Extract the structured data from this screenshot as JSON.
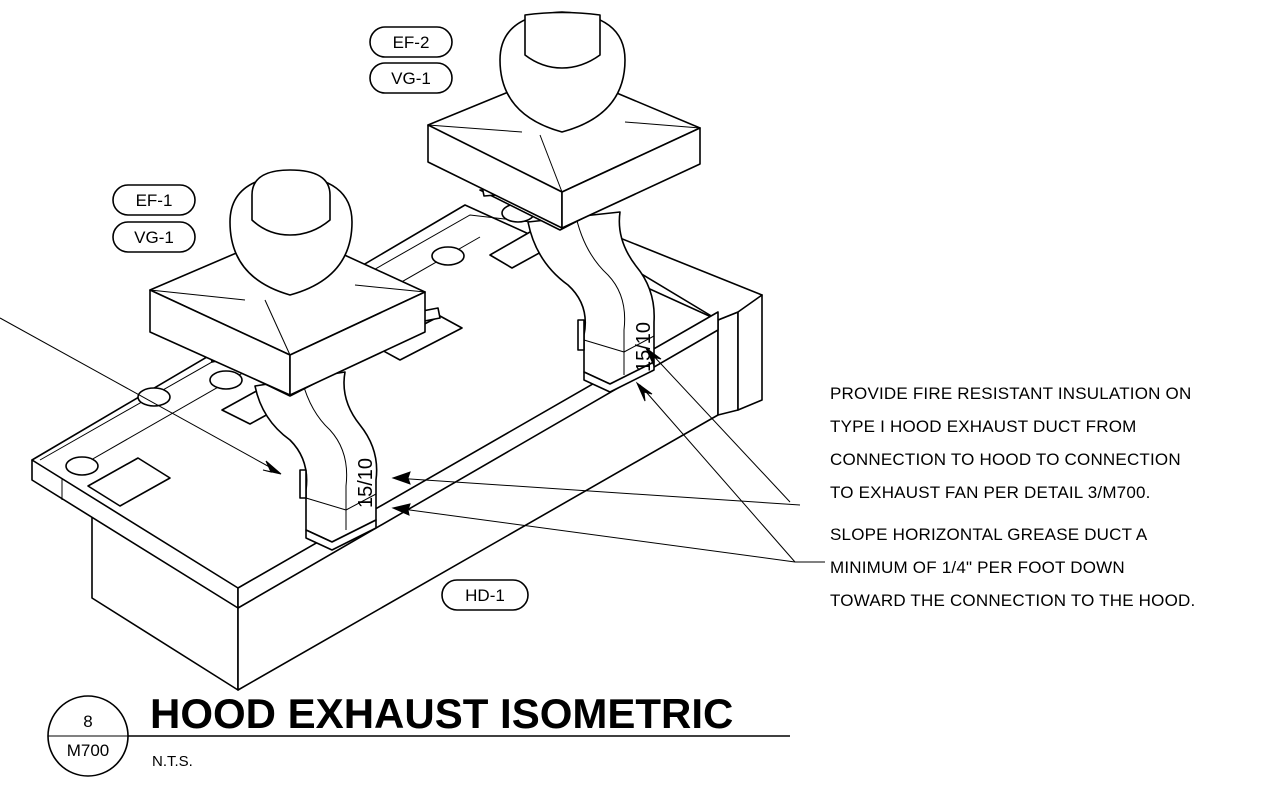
{
  "tags": {
    "ef2": "EF-2",
    "vg1_top": "VG-1",
    "ef1": "EF-1",
    "vg1_left": "VG-1",
    "hd1": "HD-1"
  },
  "dimensions": {
    "duct_right": "15/10",
    "duct_left": "15/10"
  },
  "notes": {
    "insulation": [
      "PROVIDE FIRE RESISTANT INSULATION ON",
      "TYPE I HOOD EXHAUST DUCT FROM",
      "CONNECTION TO HOOD TO CONNECTION",
      "TO EXHAUST FAN PER DETAIL 3/M700."
    ],
    "slope": [
      "SLOPE HORIZONTAL GREASE DUCT A",
      "MINIMUM OF 1/4\" PER FOOT DOWN",
      "TOWARD THE CONNECTION TO THE HOOD."
    ]
  },
  "title_block": {
    "detail_number": "8",
    "sheet": "M700",
    "title": "HOOD EXHAUST ISOMETRIC",
    "scale": "N.T.S."
  }
}
